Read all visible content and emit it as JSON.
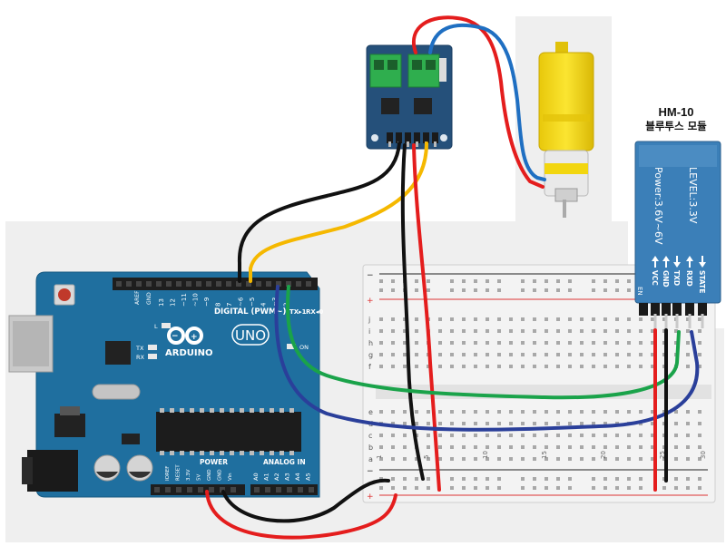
{
  "module_caption": {
    "title": "HM-10",
    "subtitle": "블루투스 모듈"
  },
  "arduino": {
    "logo_text": "ARDUINO",
    "model": "UNO",
    "digital_label": "DIGITAL (PWM~)",
    "tx_label": "TX▸1",
    "rx_label": "RX◂0",
    "aref": "AREF",
    "gnd": "GND",
    "digital_pins": [
      "13",
      "12",
      "~11",
      "~10",
      "~9",
      "8",
      "7",
      "~6",
      "~5",
      "4",
      "~3",
      "2"
    ],
    "led_l": "L",
    "led_tx": "TX",
    "led_rx": "RX",
    "on_label": "ON",
    "power_label": "POWER",
    "analog_label": "ANALOG IN",
    "power_pins": [
      "IOREF",
      "RESET",
      "3.3V",
      "5V",
      "GND",
      "GND",
      "Vin"
    ],
    "analog_pins": [
      "A0",
      "A1",
      "A2",
      "A3",
      "A4",
      "A5"
    ]
  },
  "bt_module": {
    "label_level": "LEVEL:3.3V",
    "label_power": "Power:3.6V~6V",
    "pins": [
      "VCC",
      "GND",
      "TXD",
      "RXD",
      "STATE"
    ],
    "en_label": "EN"
  },
  "breadboard": {
    "column_numbers": [
      "1",
      "5",
      "10",
      "15",
      "20",
      "25",
      "30"
    ],
    "row_letters_top": [
      "j",
      "i",
      "h",
      "g",
      "f"
    ],
    "row_letters_bottom": [
      "e",
      "d",
      "c",
      "b",
      "a"
    ],
    "rail_plus": "+",
    "rail_minus": "−"
  },
  "colors": {
    "board_blue": "#1f6f9f",
    "driver_blue": "#25507a",
    "terminal_green": "#2fae4e",
    "motor_yellow": "#f2d60f",
    "bt_blue": "#3b7fb8",
    "wire_red": "#e41d1d",
    "wire_black": "#111111",
    "wire_yellow": "#f5b800",
    "wire_blue": "#1f6fc2",
    "wire_green": "#1aa34a",
    "wire_navy": "#2a3f9a"
  }
}
